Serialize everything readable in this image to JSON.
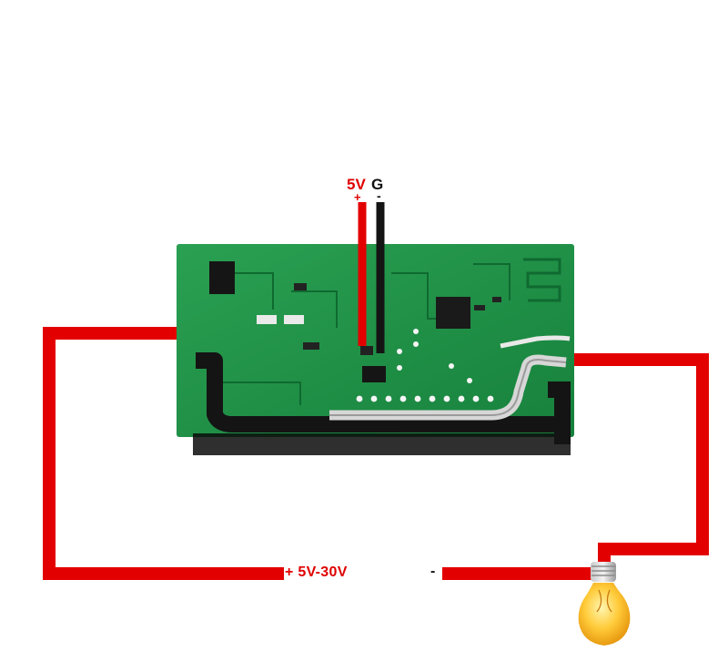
{
  "supply_header": {
    "v5_label": "5V",
    "g_label": "G",
    "plus_sign": "+",
    "minus_sign": "-"
  },
  "load_circuit": {
    "voltage_label": "+ 5V-30V",
    "minus_sign": "-"
  },
  "colors": {
    "wire_red": "#e30000",
    "wire_black": "#141414",
    "pcb_green": "#1f8f45",
    "pcb_dark_green": "#0f6a30",
    "bulb_yellow": "#ffcb3a",
    "background": "#ffffff"
  },
  "icons": {
    "relay_board": "pcb-module",
    "lamp": "light-bulb-icon"
  }
}
